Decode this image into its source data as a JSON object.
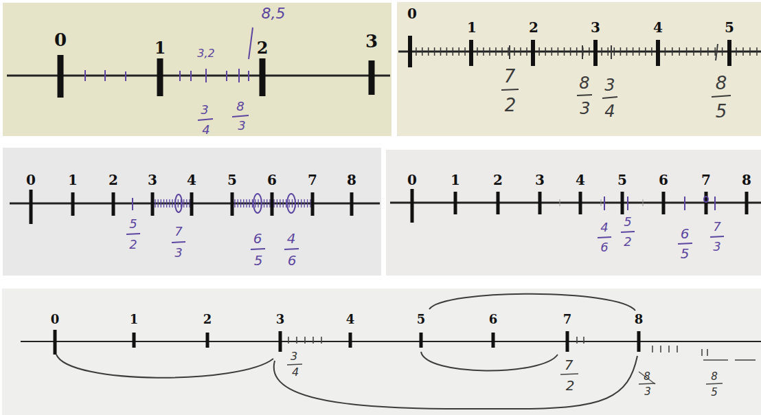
{
  "diagram": {
    "labels": [
      "0",
      "1",
      "2",
      "3",
      "8,5",
      "3,2",
      "3",
      "4",
      "8",
      "3",
      "0",
      "1",
      "2",
      "3",
      "4",
      "5",
      "7",
      "2",
      "8",
      "3",
      "3",
      "4",
      "8",
      "5",
      "0",
      "1",
      "2",
      "3",
      "4",
      "5",
      "6",
      "7",
      "8",
      "5",
      "2",
      "7",
      "3",
      "6",
      "5",
      "4",
      "6",
      "0",
      "1",
      "2",
      "3",
      "4",
      "5",
      "6",
      "7",
      "8",
      "4",
      "6",
      "5",
      "2",
      "6",
      "5",
      "7",
      "3",
      "0",
      "1",
      "2",
      "3",
      "4",
      "5",
      "6",
      "7",
      "8",
      "3",
      "4",
      "7",
      "2",
      "8",
      "3",
      "8",
      "5"
    ]
  }
}
